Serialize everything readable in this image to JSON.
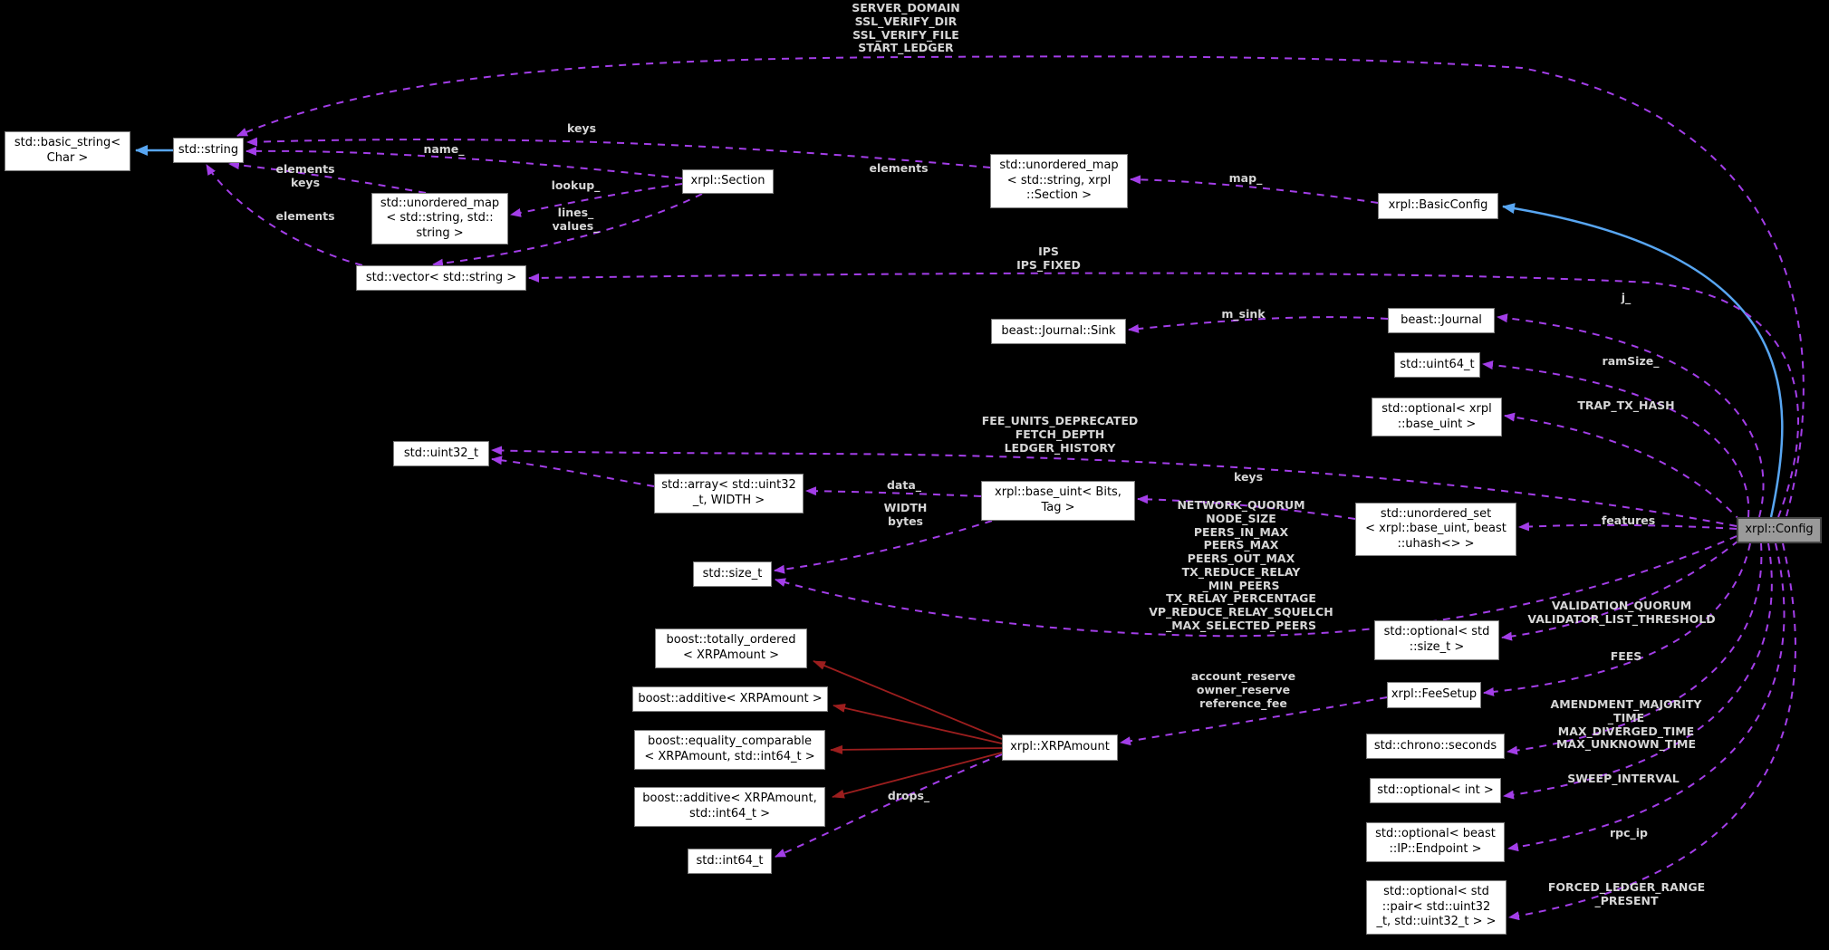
{
  "diagram": {
    "type": "doxygen-collaboration-graph",
    "focus_class": "xrpl::Config",
    "colors": {
      "background": "#000000",
      "node_fill": "#ffffff",
      "node_border": "#7d7d7d",
      "node_text": "#000000",
      "highlight_fill": "#9a9a9a",
      "edge_usage": "#a33ee8",
      "edge_blue": "#58a6f2",
      "edge_red": "#9c1e1e",
      "label_text": "#d6d6d6"
    },
    "nodes": {
      "basic_string": "std::basic_string<\nChar >",
      "std_string": "std::string",
      "umap_string_string": "std::unordered_map\n< std::string, std::\nstring >",
      "vector_string": "std::vector< std::string >",
      "section": "xrpl::Section",
      "umap_string_section": "std::unordered_map\n< std::string, xrpl\n::Section >",
      "basic_config": "xrpl::BasicConfig",
      "journal_sink": "beast::Journal::Sink",
      "journal": "beast::Journal",
      "uint64": "std::uint64_t",
      "opt_base_uint": "std::optional< xrpl\n::base_uint >",
      "uint32": "std::uint32_t",
      "array_uint32": "std::array< std::uint32\n_t, WIDTH >",
      "base_uint": "xrpl::base_uint< Bits,\nTag >",
      "unordered_set": "std::unordered_set\n< xrpl::base_uint, beast\n::uhash<> >",
      "config": "xrpl::Config",
      "size_t": "std::size_t",
      "opt_size_t": "std::optional< std\n::size_t >",
      "totally_ordered": "boost::totally_ordered\n< XRPAmount >",
      "additive_xrp": "boost::additive< XRPAmount >",
      "equality_comparable": "boost::equality_comparable\n< XRPAmount, std::int64_t >",
      "additive_xrp_int64": "boost::additive< XRPAmount,\nstd::int64_t >",
      "xrp_amount": "xrpl::XRPAmount",
      "fee_setup": "xrpl::FeeSetup",
      "chrono_seconds": "std::chrono::seconds",
      "opt_int": "std::optional< int >",
      "opt_endpoint": "std::optional< beast\n::IP::Endpoint >",
      "opt_pair": "std::optional< std\n::pair< std::uint32\n_t, std::uint32_t > >",
      "int64": "std::int64_t"
    },
    "edge_labels": {
      "server_domain_group": "SERVER_DOMAIN\nSSL_VERIFY_DIR\nSSL_VERIFY_FILE\nSTART_LEDGER",
      "keys_map_section": "keys",
      "name": "name_",
      "elements_sections": "elements",
      "elements_keys": "elements\nkeys",
      "lookup": "lookup_",
      "elements_vector": "elements",
      "lines_values": "lines_\nvalues_",
      "map": "map_",
      "ips": "IPS\nIPS_FIXED",
      "m_sink": "m_sink",
      "j": "j_",
      "ram_size": "ramSize_",
      "trap_tx_hash": "TRAP_TX_HASH",
      "fee_units": "FEE_UNITS_DEPRECATED\nFETCH_DEPTH\nLEDGER_HISTORY",
      "data": "data_",
      "keys_set": "keys",
      "width_bytes": "WIDTH\nbytes",
      "network_group": "NETWORK_QUORUM\nNODE_SIZE\nPEERS_IN_MAX\nPEERS_MAX\nPEERS_OUT_MAX\nTX_REDUCE_RELAY\n_MIN_PEERS\nTX_RELAY_PERCENTAGE\nVP_REDUCE_RELAY_SQUELCH\n_MAX_SELECTED_PEERS",
      "features": "features",
      "validation": "VALIDATION_QUORUM\nVALIDATOR_LIST_THRESHOLD",
      "fees": "FEES",
      "account_group": "account_reserve\nowner_reserve\nreference_fee",
      "amendment_group": "AMENDMENT_MAJORITY\n_TIME\nMAX_DIVERGED_TIME\nMAX_UNKNOWN_TIME",
      "sweep_interval": "SWEEP_INTERVAL",
      "rpc_ip": "rpc_ip",
      "drops": "drops_",
      "forced_ledger": "FORCED_LEDGER_RANGE\n_PRESENT"
    }
  }
}
